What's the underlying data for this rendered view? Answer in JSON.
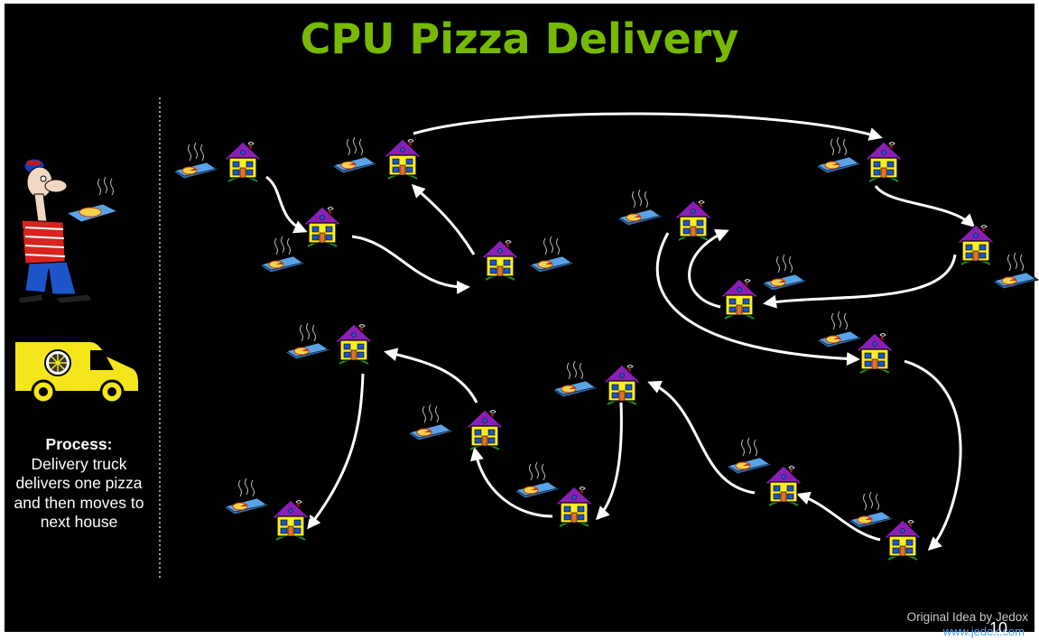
{
  "title": "CPU Pizza Delivery",
  "process": {
    "heading": "Process:",
    "lines": [
      "Delivery truck",
      "delivers  one pizza",
      "and then moves to",
      "next house"
    ]
  },
  "credit": "Original Idea by Jedox",
  "url": "www.jedox.com",
  "page_number": "10",
  "colors": {
    "background": "#000000",
    "title": "#76b900",
    "house_wall": "#ffee22",
    "house_roof": "#8a1fb5",
    "house_window": "#1d55c9",
    "pizza_box": "#5aa3e8",
    "truck": "#f4e61a",
    "arrow": "#ffffff"
  },
  "icons": [
    "delivery-man-icon",
    "delivery-truck-icon",
    "house-icon",
    "pizza-box-icon"
  ]
}
